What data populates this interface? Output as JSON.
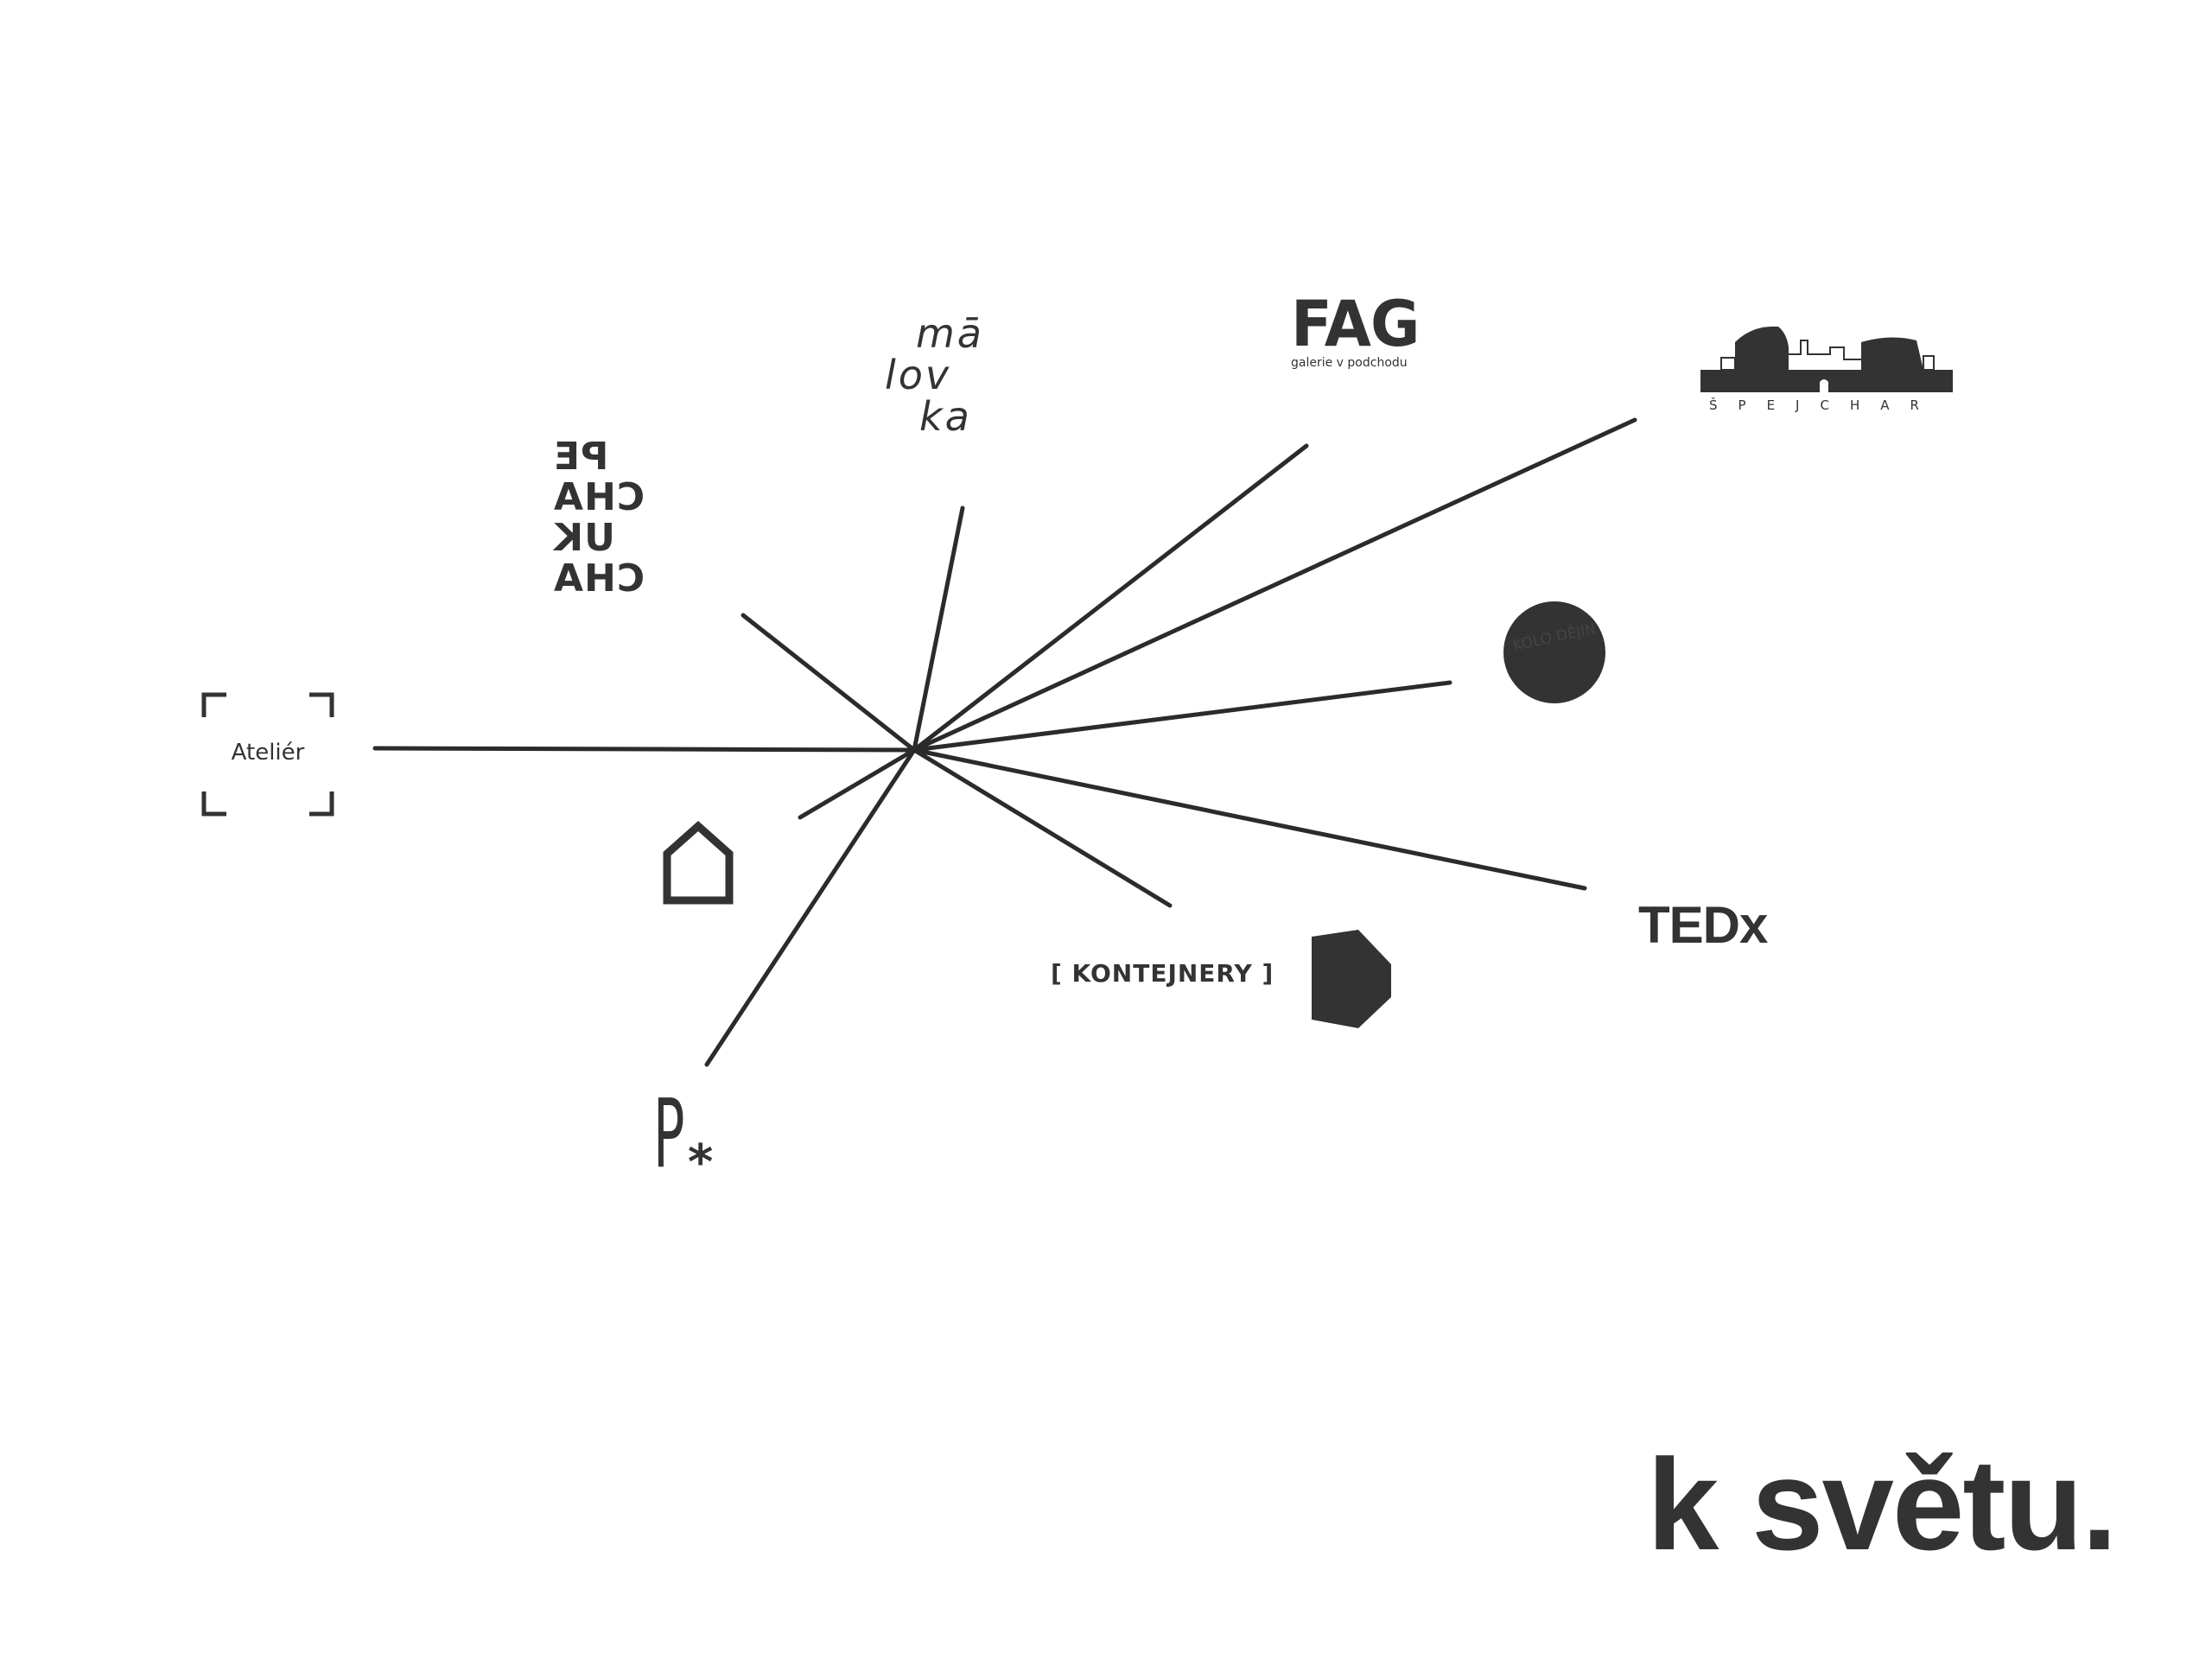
{
  "diagram": {
    "hub_label": "",
    "line_color": "#2b2b2b",
    "logo_color": "#333333",
    "nodes": [
      {
        "id": "atelier",
        "label": "Ateliér",
        "icon": "bracket-frame-icon"
      },
      {
        "id": "pechakucha",
        "lines": [
          "PE",
          "CHA",
          "UK",
          "CHA"
        ]
      },
      {
        "id": "malovka",
        "lines": [
          "mā",
          "lov",
          "ka"
        ]
      },
      {
        "id": "fag",
        "title": "FAG",
        "subtitle": "galerie v podchodu"
      },
      {
        "id": "spejchar",
        "label": "ŠPEJCHAR",
        "icon": "barn-buildings-icon"
      },
      {
        "id": "kolo",
        "label": "KOLO DĚJIN",
        "icon": "dark-circle-icon"
      },
      {
        "id": "house",
        "icon": "house-outline-icon"
      },
      {
        "id": "kontejnery",
        "label": "[ KONTEJNERY ]",
        "icon": "hexagon-icon"
      },
      {
        "id": "tedx",
        "label": "TEDx"
      },
      {
        "id": "pstar",
        "label_p": "P",
        "label_star": "*"
      }
    ]
  },
  "slogan": "k světu."
}
